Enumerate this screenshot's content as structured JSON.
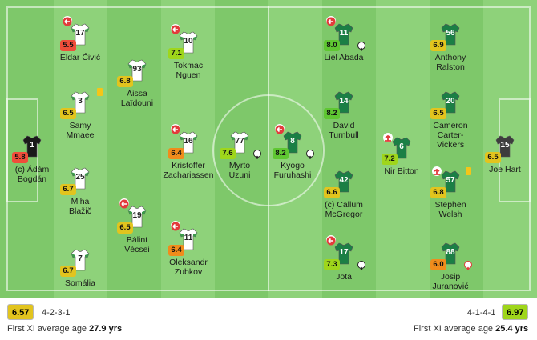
{
  "colors": {
    "rating_red": "#ef4d3a",
    "rating_orange": "#f08c1c",
    "rating_yellow": "#e2c41e",
    "rating_lime": "#9fd61b",
    "rating_green": "#5fc732",
    "home_shirt": "#ffffff",
    "home_accent": "#3a9a4a",
    "away_shirt": "#1b7f45",
    "home_gk_shirt": "#1a1a1a",
    "away_gk_shirt": "#3d3d3d"
  },
  "home": {
    "avg_rating": "6.57",
    "formation": "4-2-3-1",
    "age_label": "First XI average age",
    "age_value": "27.9 yrs",
    "players": [
      {
        "number": "1",
        "name": [
          "(c) Ádám",
          "Bogdán"
        ],
        "rating": "5.8"
      },
      {
        "number": "17",
        "name": [
          "Eldar Ćivić"
        ],
        "rating": "5.5"
      },
      {
        "number": "3",
        "name": [
          "Samy",
          "Mmaee"
        ],
        "rating": "6.5"
      },
      {
        "number": "25",
        "name": [
          "Miha",
          "Blažič"
        ],
        "rating": "6.7"
      },
      {
        "number": "7",
        "name": [
          "Somália"
        ],
        "rating": "6.7"
      },
      {
        "number": "93",
        "name": [
          "Aissa",
          "Laïdouni"
        ],
        "rating": "6.8"
      },
      {
        "number": "19",
        "name": [
          "Bálint",
          "Vécsei"
        ],
        "rating": "6.5"
      },
      {
        "number": "10",
        "name": [
          "Tokmac",
          "Nguen"
        ],
        "rating": "7.1"
      },
      {
        "number": "16",
        "name": [
          "Kristoffer",
          "Zachariassen"
        ],
        "rating": "6.4"
      },
      {
        "number": "11",
        "name": [
          "Oleksandr",
          "Zubkov"
        ],
        "rating": "6.4"
      },
      {
        "number": "77",
        "name": [
          "Myrto",
          "Uzuni"
        ],
        "rating": "7.6"
      }
    ]
  },
  "away": {
    "avg_rating": "6.97",
    "formation": "4-1-4-1",
    "age_label": "First XI average age",
    "age_value": "25.4 yrs",
    "players": [
      {
        "number": "15",
        "name": [
          "Joe Hart"
        ],
        "rating": "6.5"
      },
      {
        "number": "56",
        "name": [
          "Anthony",
          "Ralston"
        ],
        "rating": "6.9"
      },
      {
        "number": "20",
        "name": [
          "Cameron",
          "Carter-",
          "Vickers"
        ],
        "rating": "6.5"
      },
      {
        "number": "57",
        "name": [
          "Stephen",
          "Welsh"
        ],
        "rating": "6.8"
      },
      {
        "number": "88",
        "name": [
          "Josip",
          "Juranović"
        ],
        "rating": "6.0"
      },
      {
        "number": "6",
        "name": [
          "Nir Bitton"
        ],
        "rating": "7.2"
      },
      {
        "number": "11",
        "name": [
          "Liel Abada"
        ],
        "rating": "8.0"
      },
      {
        "number": "14",
        "name": [
          "David",
          "Turnbull"
        ],
        "rating": "8.2"
      },
      {
        "number": "42",
        "name": [
          "(c) Callum",
          "McGregor"
        ],
        "rating": "6.6"
      },
      {
        "number": "17",
        "name": [
          "Jota"
        ],
        "rating": "7.3"
      },
      {
        "number": "8",
        "name": [
          "Kyogo",
          "Furuhashi"
        ],
        "rating": "8.2"
      }
    ]
  }
}
